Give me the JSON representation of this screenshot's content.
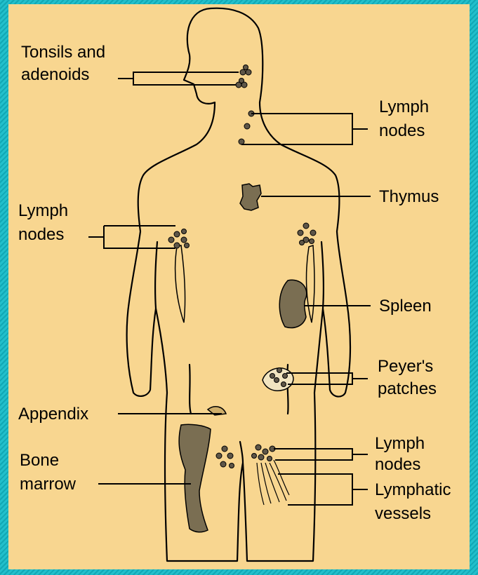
{
  "diagram": {
    "labels": {
      "tonsils": [
        "Tonsils and",
        "adenoids"
      ],
      "lymph_nodes_neck": [
        "Lymph",
        "nodes"
      ],
      "thymus": "Thymus",
      "lymph_nodes_arm": [
        "Lymph",
        "nodes"
      ],
      "spleen": "Spleen",
      "peyers": [
        "Peyer's",
        "patches"
      ],
      "appendix": "Appendix",
      "bone_marrow": [
        "Bone",
        "marrow"
      ],
      "lymph_nodes_groin": [
        "Lymph",
        "nodes"
      ],
      "lymphatic_vessels": [
        "Lymphatic",
        "vessels"
      ]
    },
    "colors": {
      "background": "#f8d690",
      "border": "#1fb8c4",
      "organ": "#7a6e52",
      "outline": "#000000"
    }
  }
}
